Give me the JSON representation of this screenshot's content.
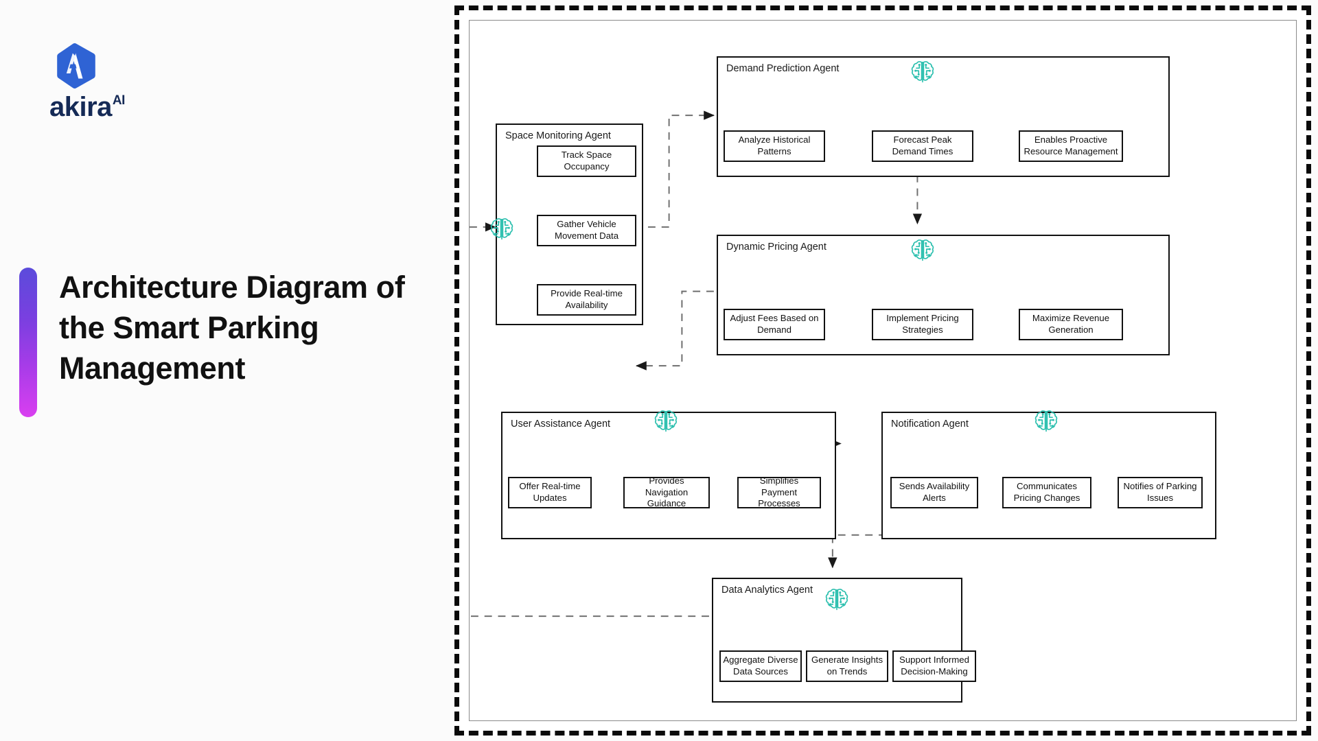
{
  "brand": {
    "name": "akira",
    "superscript": "AI",
    "logo_icon": "akira-hexagon-logo",
    "color": "#2f63d4",
    "wordmark_color": "#152a56"
  },
  "title": {
    "text": "Architecture Diagram of the Smart Parking Management",
    "accent_from": "#5b4bdb",
    "accent_to": "#d93ff0"
  },
  "diagram": {
    "icon_name": "ai-brain-circuit-icon",
    "icon_color": "#2bbfae",
    "agents": [
      {
        "id": "space-monitoring",
        "title": "Space Monitoring Agent",
        "layout": "vertical",
        "tasks": [
          "Track Space Occupancy",
          "Gather Vehicle Movement Data",
          "Provide Real-time Availability"
        ]
      },
      {
        "id": "demand-prediction",
        "title": "Demand Prediction Agent",
        "layout": "horizontal",
        "tasks": [
          "Analyze Historical Patterns",
          "Forecast Peak Demand Times",
          "Enables Proactive Resource Management"
        ]
      },
      {
        "id": "dynamic-pricing",
        "title": "Dynamic Pricing Agent",
        "layout": "horizontal",
        "tasks": [
          "Adjust Fees Based on Demand",
          "Implement Pricing Strategies",
          "Maximize Revenue Generation"
        ]
      },
      {
        "id": "user-assistance",
        "title": "User Assistance Agent",
        "layout": "horizontal",
        "tasks": [
          "Offer Real-time Updates",
          "Provides Navigation Guidance",
          "Simplifies Payment Processes"
        ]
      },
      {
        "id": "notification",
        "title": "Notification Agent",
        "layout": "horizontal",
        "tasks": [
          "Sends Availability Alerts",
          "Communicates Pricing Changes",
          "Notifies of Parking Issues"
        ]
      },
      {
        "id": "data-analytics",
        "title": "Data Analytics Agent",
        "layout": "horizontal",
        "tasks": [
          "Aggregate Diverse Data Sources",
          "Generate Insights on Trends",
          "Support Informed Decision-Making"
        ]
      }
    ],
    "connections": [
      {
        "from": "space-monitoring",
        "to": "demand-prediction",
        "style": "dashed"
      },
      {
        "from": "demand-prediction",
        "to": "dynamic-pricing",
        "style": "dashed"
      },
      {
        "from": "dynamic-pricing",
        "to": "user-assistance",
        "style": "dashed"
      },
      {
        "from": "user-assistance",
        "to": "notification",
        "style": "dashed"
      },
      {
        "from": "notification",
        "to": "data-analytics",
        "style": "dashed"
      },
      {
        "from": "data-analytics",
        "to": "space-monitoring",
        "style": "dashed"
      }
    ]
  }
}
